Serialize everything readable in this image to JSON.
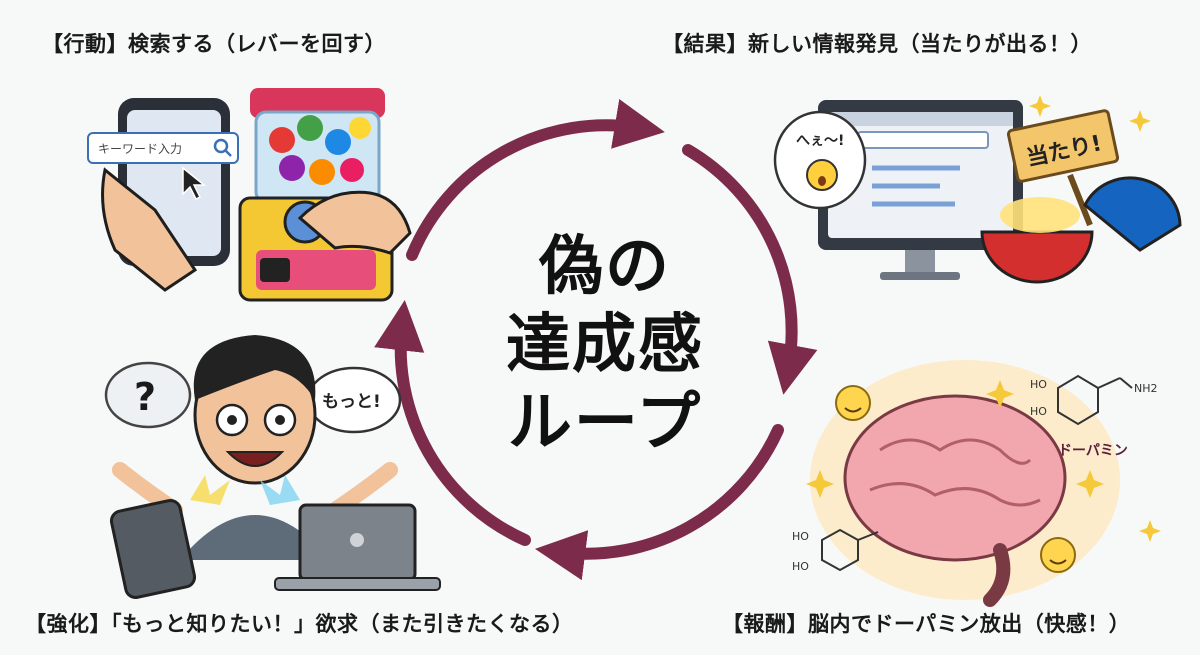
{
  "captions": {
    "top_left": "【行動】検索する（レバーを回す）",
    "top_right": "【結果】新しい情報発見（当たりが出る！）",
    "bottom_left": "【強化】「もっと知りたい！」欲求（また引きたくなる）",
    "bottom_right": "【報酬】脳内でドーパミン放出（快感！）"
  },
  "center": {
    "line1": "偽の",
    "line2": "達成感",
    "line3": "ループ"
  },
  "illustrations": {
    "search_placeholder": "キーワード入力",
    "surprise_bubble": "へぇ〜!",
    "hit_sign": "当たり!",
    "more_bubble": "もっと!",
    "question_mark": "?",
    "dopamine_label": "ドーパミン",
    "molecule_nh2": "NH2",
    "molecule_ho": "HO"
  },
  "colors": {
    "arrow": "#7d2b4a",
    "background": "#f7f8f8"
  }
}
